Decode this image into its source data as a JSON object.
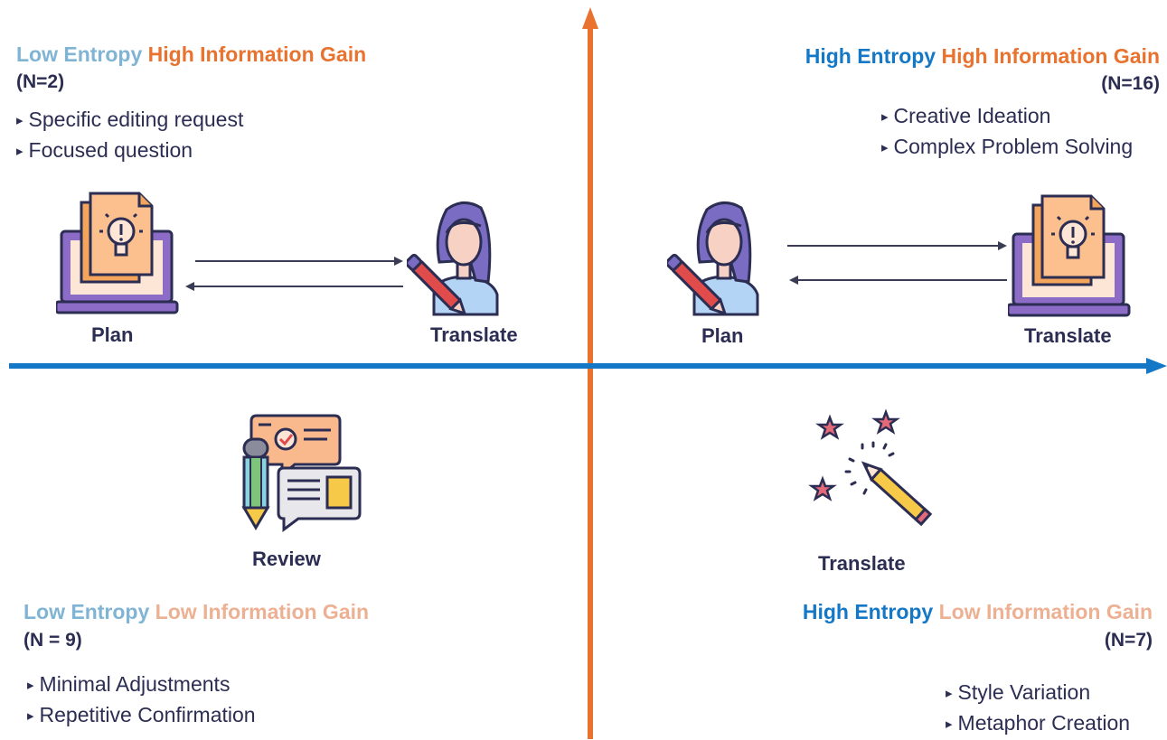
{
  "colors": {
    "vertical_axis": "#e8722e",
    "horizontal_axis": "#1478c6",
    "low_entropy": "#7fb4d4",
    "high_entropy": "#1478c6",
    "high_info_gain": "#e8722e",
    "low_info_gain": "#edb093",
    "text": "#2b2d52"
  },
  "quadrants": {
    "top_left": {
      "title_entropy": "Low Entropy",
      "title_gain": "High Information Gain",
      "count": "(N=2)",
      "bullets": [
        "Specific editing request",
        "Focused question"
      ],
      "left_label": "Plan",
      "right_label": "Translate",
      "icons": [
        "laptop-document-idea-icon",
        "person-pencil-icon"
      ]
    },
    "top_right": {
      "title_entropy": "High Entropy",
      "title_gain": "High Information Gain",
      "count": "(N=16)",
      "bullets": [
        "Creative Ideation",
        "Complex Problem Solving"
      ],
      "left_label": "Plan",
      "right_label": "Translate",
      "icons": [
        "person-pencil-icon",
        "laptop-document-idea-icon"
      ]
    },
    "bottom_left": {
      "title_entropy": "Low Entropy",
      "title_gain": "Low Information Gain",
      "count": "(N = 9)",
      "bullets": [
        "Minimal Adjustments",
        "Repetitive Confirmation"
      ],
      "icon_label": "Review",
      "icon": "review-pen-chat-icon"
    },
    "bottom_right": {
      "title_entropy": "High Entropy",
      "title_gain": "Low Information Gain",
      "count": "(N=7)",
      "bullets": [
        "Style Variation",
        "Metaphor Creation"
      ],
      "icon_label": "Translate",
      "icon": "magic-pencil-stars-icon"
    }
  }
}
